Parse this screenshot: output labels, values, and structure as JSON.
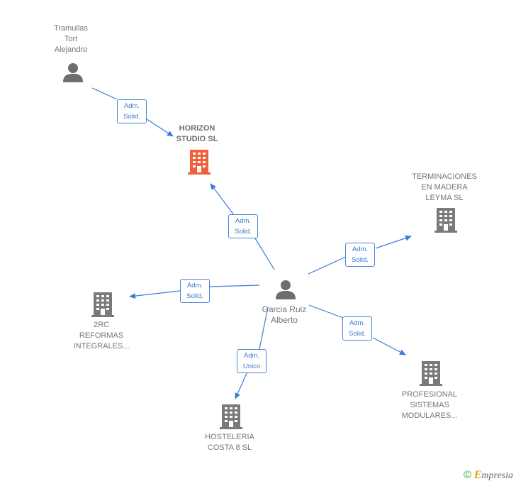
{
  "colors": {
    "edge": "#3b7dd8",
    "company_main": "#f0603a",
    "company": "#7a7a7a",
    "person": "#6e6e6e"
  },
  "nodes": {
    "tramullas": {
      "lines": [
        "Tramullas",
        "Tort",
        "Alejandro"
      ],
      "icon": "person-icon"
    },
    "horizon": {
      "lines": [
        "HORIZON",
        "STUDIO  SL"
      ],
      "icon": "building-icon"
    },
    "terminaciones": {
      "lines": [
        "TERMINACIONES",
        "EN MADERA",
        "LEYMA  SL"
      ],
      "icon": "building-icon"
    },
    "garcia": {
      "lines": [
        "Garcia Ruiz",
        "Alberto"
      ],
      "icon": "person-icon"
    },
    "reformas": {
      "lines": [
        "2RC",
        "REFORMAS",
        "INTEGRALES..."
      ],
      "icon": "building-icon"
    },
    "profesional": {
      "lines": [
        "PROFESIONAL",
        "SISTEMAS",
        "MODULARES..."
      ],
      "icon": "building-icon"
    },
    "hosteleria": {
      "lines": [
        "HOSTELERIA",
        "COSTA 8 SL"
      ],
      "icon": "building-icon"
    }
  },
  "edges": {
    "tramullas_horizon": [
      "Adm.",
      "Solid."
    ],
    "garcia_horizon": [
      "Adm.",
      "Solid."
    ],
    "garcia_terminaciones": [
      "Adm.",
      "Solid."
    ],
    "garcia_reformas": [
      "Adm.",
      "Solid."
    ],
    "garcia_profesional": [
      "Adm.",
      "Solid."
    ],
    "garcia_hosteleria": [
      "Adm.",
      "Unico"
    ]
  },
  "footer": {
    "copyright": "©",
    "brand_initial": "E",
    "brand_rest": "mpresia"
  }
}
